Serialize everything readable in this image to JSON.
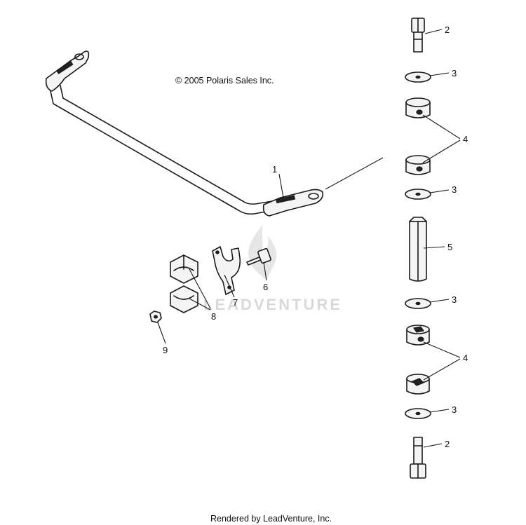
{
  "copyright": "© 2005 Polaris Sales Inc.",
  "footer": "Rendered by LeadVenture, Inc.",
  "watermark": "LEADVENTURE",
  "callouts": {
    "c1": "1",
    "c2_top": "2",
    "c3_a": "3",
    "c4_top": "4",
    "c3_b": "3",
    "c5": "5",
    "c6": "6",
    "c7": "7",
    "c8": "8",
    "c9": "9",
    "c3_c": "3",
    "c4_bottom": "4",
    "c3_d": "3",
    "c2_bottom": "2"
  }
}
